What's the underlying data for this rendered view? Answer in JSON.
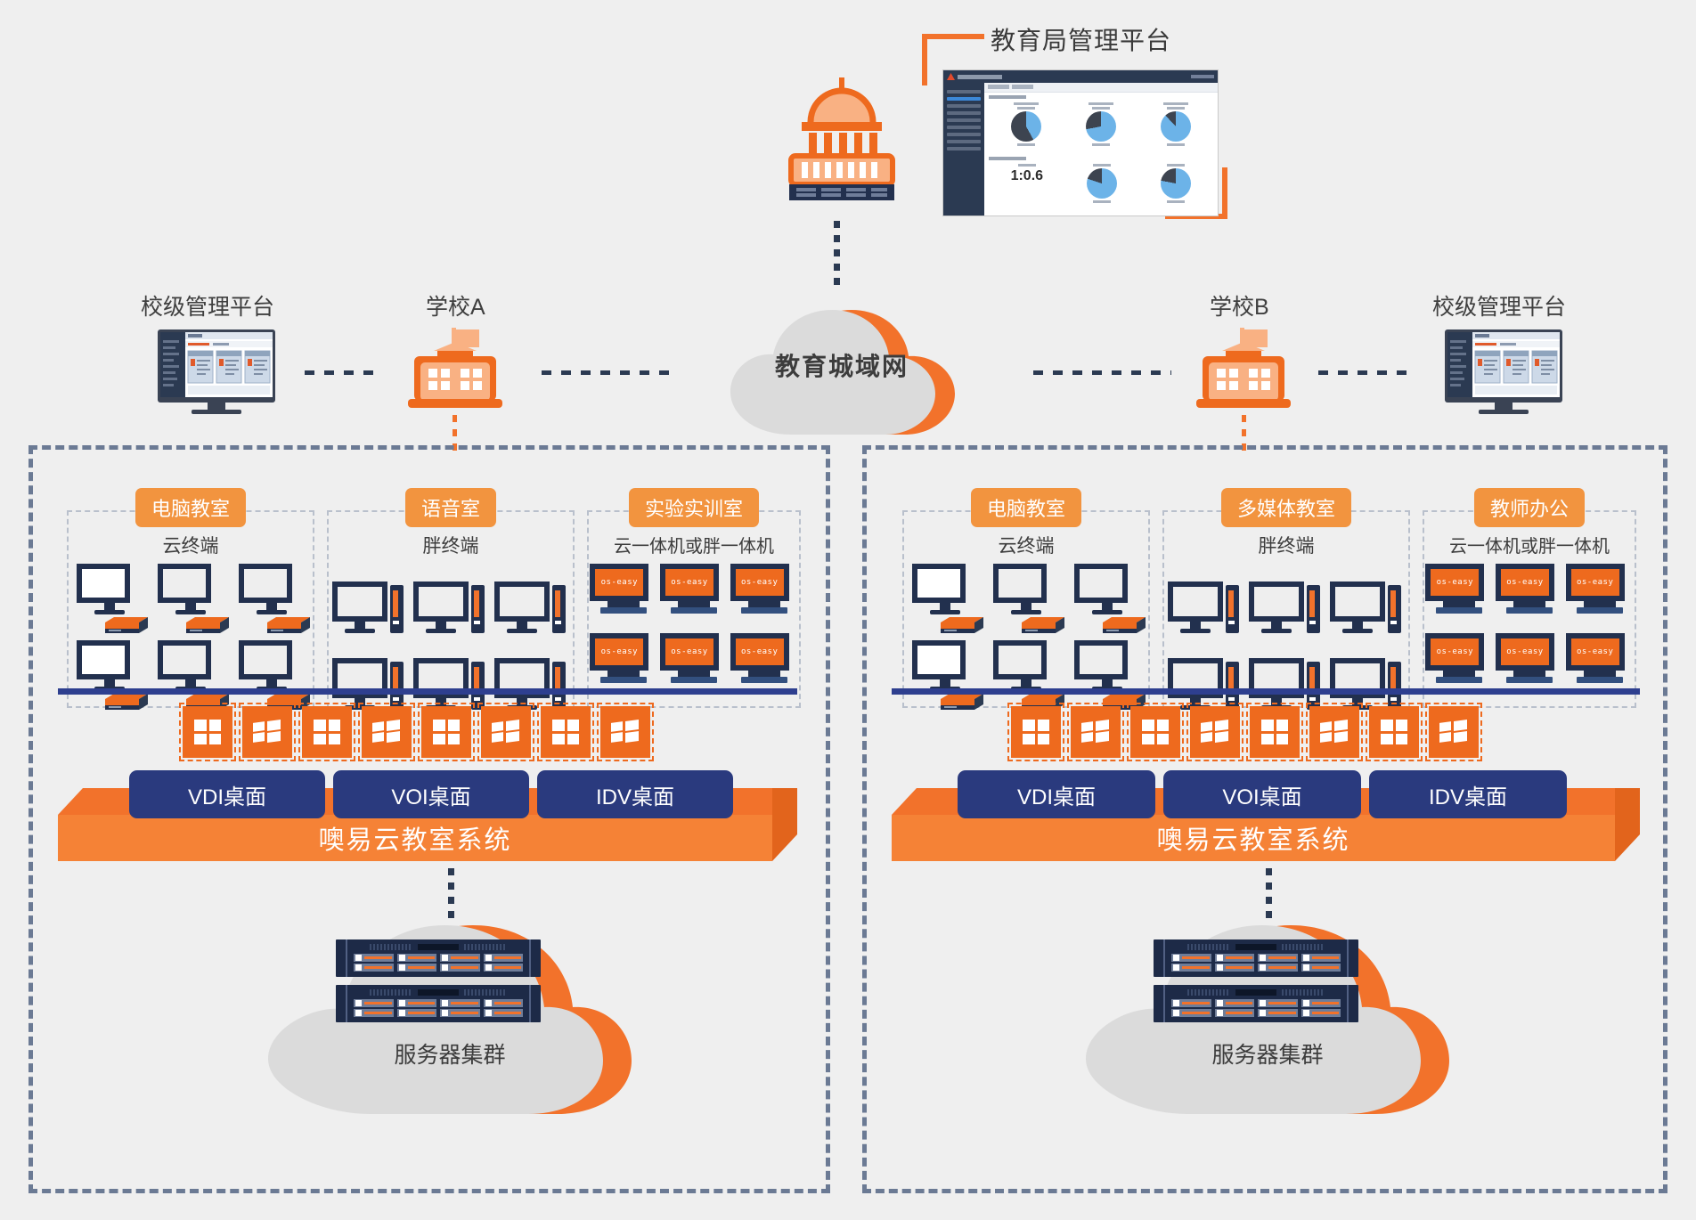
{
  "bureau": {
    "title": "教育局管理平台",
    "icon": "government-building-icon",
    "dashboard": {
      "ratio_value": "1:0.6"
    }
  },
  "network": {
    "cloud_label": "教育城域网"
  },
  "schools": [
    {
      "id": "A",
      "school_label": "学校A",
      "platform_label": "校级管理平台",
      "rooms": [
        {
          "tag": "电脑教室",
          "sub": "云终端",
          "device_type": "cloud-terminal",
          "count": 6
        },
        {
          "tag": "语音室",
          "sub": "胖终端",
          "device_type": "fat-terminal",
          "count": 6
        },
        {
          "tag": "实验实训室",
          "sub": "云一体机或胖一体机",
          "device_type": "all-in-one",
          "count": 6
        }
      ],
      "desktops": [
        "VDI桌面",
        "VOI桌面",
        "IDV桌面"
      ],
      "system_label": "噢易云教室系统",
      "server_label": "服务器集群"
    },
    {
      "id": "B",
      "school_label": "学校B",
      "platform_label": "校级管理平台",
      "rooms": [
        {
          "tag": "电脑教室",
          "sub": "云终端",
          "device_type": "cloud-terminal",
          "count": 6
        },
        {
          "tag": "多媒体教室",
          "sub": "胖终端",
          "device_type": "fat-terminal",
          "count": 6
        },
        {
          "tag": "教师办公",
          "sub": "云一体机或胖一体机",
          "device_type": "all-in-one",
          "count": 6
        }
      ],
      "desktops": [
        "VDI桌面",
        "VOI桌面",
        "IDV桌面"
      ],
      "system_label": "噢易云教室系统",
      "server_label": "服务器集群"
    }
  ],
  "device_brand": "os-easy",
  "os_tiles": [
    "windows-8-logo",
    "windows-7-logo",
    "windows-8-logo",
    "windows-7-logo",
    "windows-8-logo",
    "windows-7-logo",
    "windows-8-logo",
    "windows-7-logo"
  ],
  "colors": {
    "accent_orange": "#ee6a1e",
    "light_orange": "#f2943f",
    "navy": "#22304e",
    "desk_blue": "#2a3a7e",
    "background": "#efefef",
    "cloud_gray": "#d9d9d9"
  }
}
